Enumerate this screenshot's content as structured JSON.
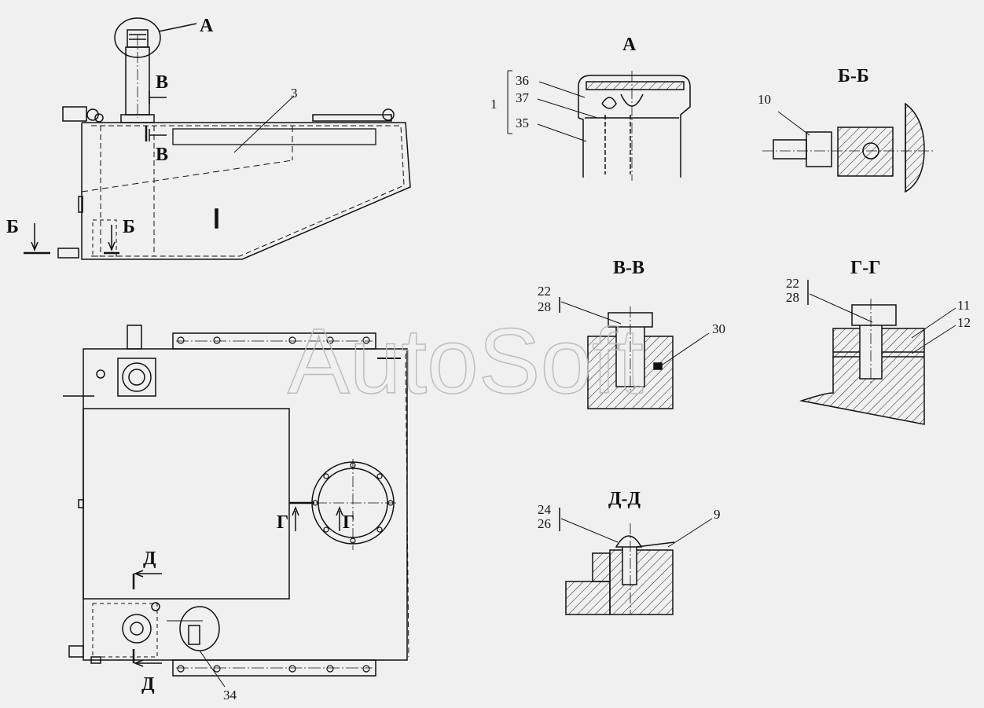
{
  "labels": {
    "view_a": "А",
    "section_v": "В",
    "section_b": "Б",
    "section_g": "Г",
    "section_d": "Д"
  },
  "views": {
    "a": "А",
    "bb": "Б-Б",
    "vv": "В-В",
    "gg": "Г-Г",
    "dd": "Д-Д"
  },
  "callouts": {
    "c1": "1",
    "c3": "3",
    "c9": "9",
    "c10": "10",
    "c11": "11",
    "c12": "12",
    "c22": "22",
    "c24": "24",
    "c26": "26",
    "c28": "28",
    "c30": "30",
    "c34": "34",
    "c35": "35",
    "c36": "36",
    "c37": "37"
  },
  "watermark": "AutoSoft"
}
